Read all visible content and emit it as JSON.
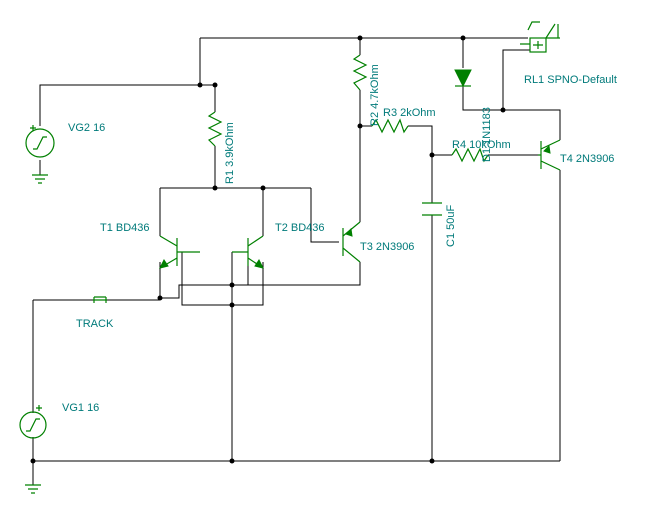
{
  "colors": {
    "wire": "#000000",
    "component": "#008000",
    "label": "#007a7a",
    "background": "#ffffff"
  },
  "labels": {
    "vg2": "VG2 16",
    "vg1": "VG1 16",
    "r1": "R1 3.9kOhm",
    "r2": "R2 4.7kOhm",
    "r3": "R3 2kOhm",
    "r4": "R4 10kOhm",
    "c1": "C1 50uF",
    "d1": "D1 1N1183",
    "rl1": "RL1 SPNO-Default",
    "t1": "T1 BD436",
    "t2": "T2 BD436",
    "t3": "T3 2N3906",
    "t4": "T4 2N3906",
    "track": "TRACK"
  }
}
